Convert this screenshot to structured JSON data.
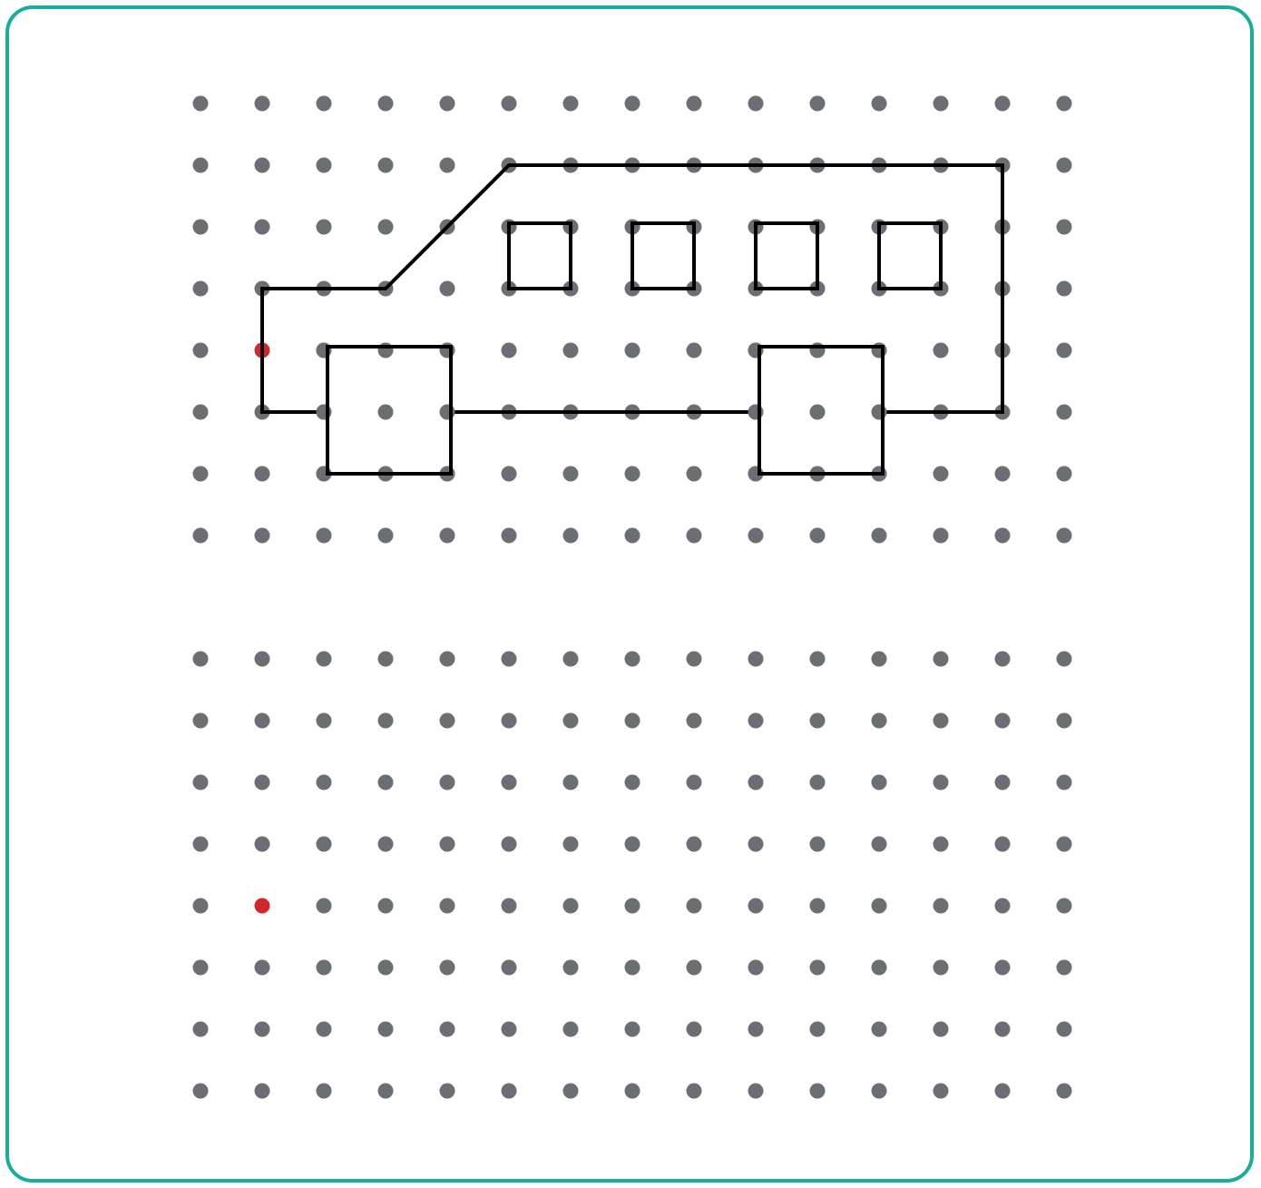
{
  "colors": {
    "frame_border": "#1aad9b",
    "dot": "#6d6e71",
    "marked_dot": "#d0262d",
    "outline": "#000000",
    "background": "#ffffff"
  },
  "top_grid": {
    "columns": 15,
    "rows": 8,
    "marked_point": {
      "col": 1,
      "row": 4
    },
    "figure": "bus",
    "bus_body": [
      [
        1,
        3
      ],
      [
        3,
        3
      ],
      [
        5,
        1
      ],
      [
        13,
        1
      ],
      [
        13,
        5
      ],
      [
        11,
        5
      ],
      [
        7,
        5
      ],
      [
        4,
        5
      ],
      [
        2,
        5
      ],
      [
        1,
        5
      ]
    ],
    "windows": [
      {
        "col": 5,
        "row": 2,
        "width": 1,
        "height": 1
      },
      {
        "col": 7,
        "row": 2,
        "width": 1,
        "height": 1
      },
      {
        "col": 9,
        "row": 2,
        "width": 1,
        "height": 1
      },
      {
        "col": 11,
        "row": 2,
        "width": 1,
        "height": 1
      }
    ],
    "wheels": [
      {
        "col": 2,
        "row": 4,
        "width": 2,
        "height": 2
      },
      {
        "col": 9,
        "row": 4,
        "width": 2,
        "height": 2
      }
    ]
  },
  "bottom_grid": {
    "columns": 15,
    "rows": 8,
    "marked_point": {
      "col": 1,
      "row": 4
    }
  }
}
